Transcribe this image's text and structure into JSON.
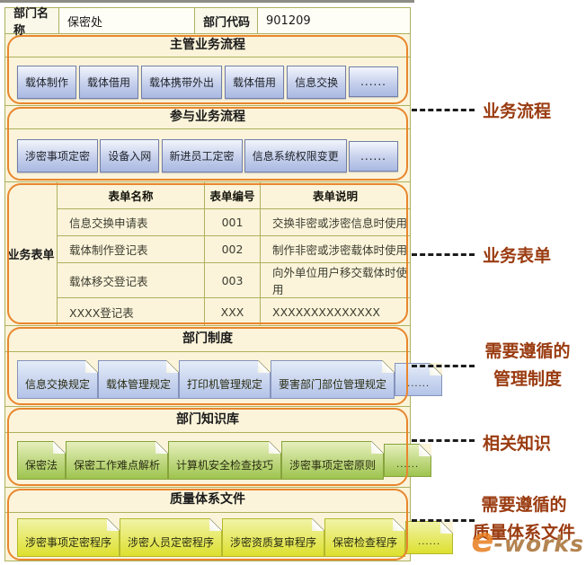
{
  "header": {
    "dept_name_label": "部门名称",
    "dept_name_value": "保密处",
    "dept_code_label": "部门代码",
    "dept_code_value": "901209"
  },
  "sections": {
    "main_process": {
      "title": "主管业务流程",
      "items": [
        "载体制作",
        "载体借用",
        "载体携带外出",
        "载体借用",
        "信息交换",
        "......"
      ]
    },
    "participate_process": {
      "title": "参与业务流程",
      "items": [
        "涉密事项定密",
        "设备入网",
        "新进员工定密",
        "信息系统权限变更",
        "......"
      ]
    },
    "forms": {
      "side_label": "业务表单",
      "columns": [
        "表单名称",
        "表单编号",
        "表单说明"
      ],
      "rows": [
        [
          "信息交换申请表",
          "001",
          "交换非密或涉密信息时使用"
        ],
        [
          "载体制作登记表",
          "002",
          "制作非密或涉密载体时使用"
        ],
        [
          "载体移交登记表",
          "003",
          "向外单位用户移交载体时使用"
        ],
        [
          "XXXX登记表",
          "XXX",
          "XXXXXXXXXXXXXX"
        ]
      ]
    },
    "rules": {
      "title": "部门制度",
      "items": [
        "信息交换规定",
        "载体管理规定",
        "打印机管理规定",
        "要害部门部位管理规定",
        "......"
      ]
    },
    "knowledge": {
      "title": "部门知识库",
      "items": [
        "保密法",
        "保密工作难点解析",
        "计算机安全检查技巧",
        "涉密事项定密原则",
        "......"
      ]
    },
    "quality": {
      "title": "质量体系文件",
      "items": [
        "涉密事项定密程序",
        "涉密人员定密程序",
        "涉密资质复审程序",
        "保密检查程序",
        "......"
      ]
    }
  },
  "annotations": [
    {
      "lines": [
        "业务流程"
      ]
    },
    {
      "lines": [
        "业务表单"
      ]
    },
    {
      "lines": [
        "需要遵循的",
        "管理制度"
      ]
    },
    {
      "lines": [
        "相关知识"
      ]
    },
    {
      "lines": [
        "需要遵循的",
        "质量体系文件"
      ]
    }
  ],
  "watermark": {
    "text_main": "e",
    "text_rest": "-works"
  },
  "colors": {
    "diagram_bg": "#fbf4da",
    "grid_border": "#adb15e",
    "section_outline": "#e8862e",
    "annotation_text": "#9a3b10",
    "process_button": "#a9b9e2",
    "rule_doc": "#b3c3e8",
    "knowledge_doc": "#9ec44e",
    "quality_doc": "#dde02e"
  }
}
